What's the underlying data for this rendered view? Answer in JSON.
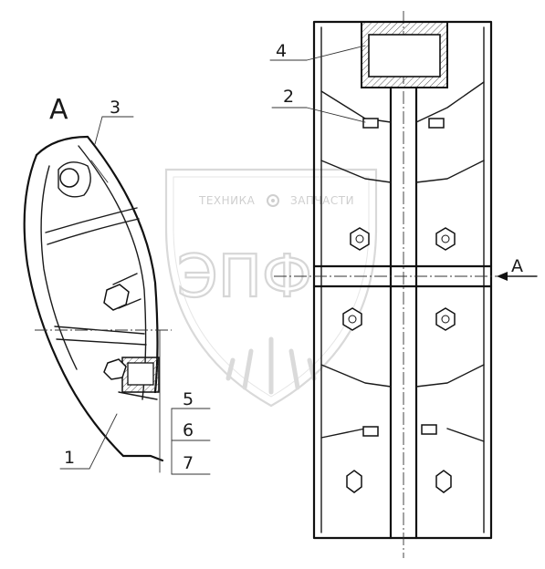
{
  "watermark": {
    "brand": "ТЕХНИКА",
    "separator_icon": "gear-icon",
    "brand2": "ЗАПЧАСТИ",
    "logo_letters": "ЭПФ"
  },
  "view": {
    "letter": "А",
    "arrow_label": "А"
  },
  "callouts": {
    "c1": "1",
    "c2": "2",
    "c3": "3",
    "c4": "4",
    "c5": "5",
    "c6": "6",
    "c7": "7"
  }
}
